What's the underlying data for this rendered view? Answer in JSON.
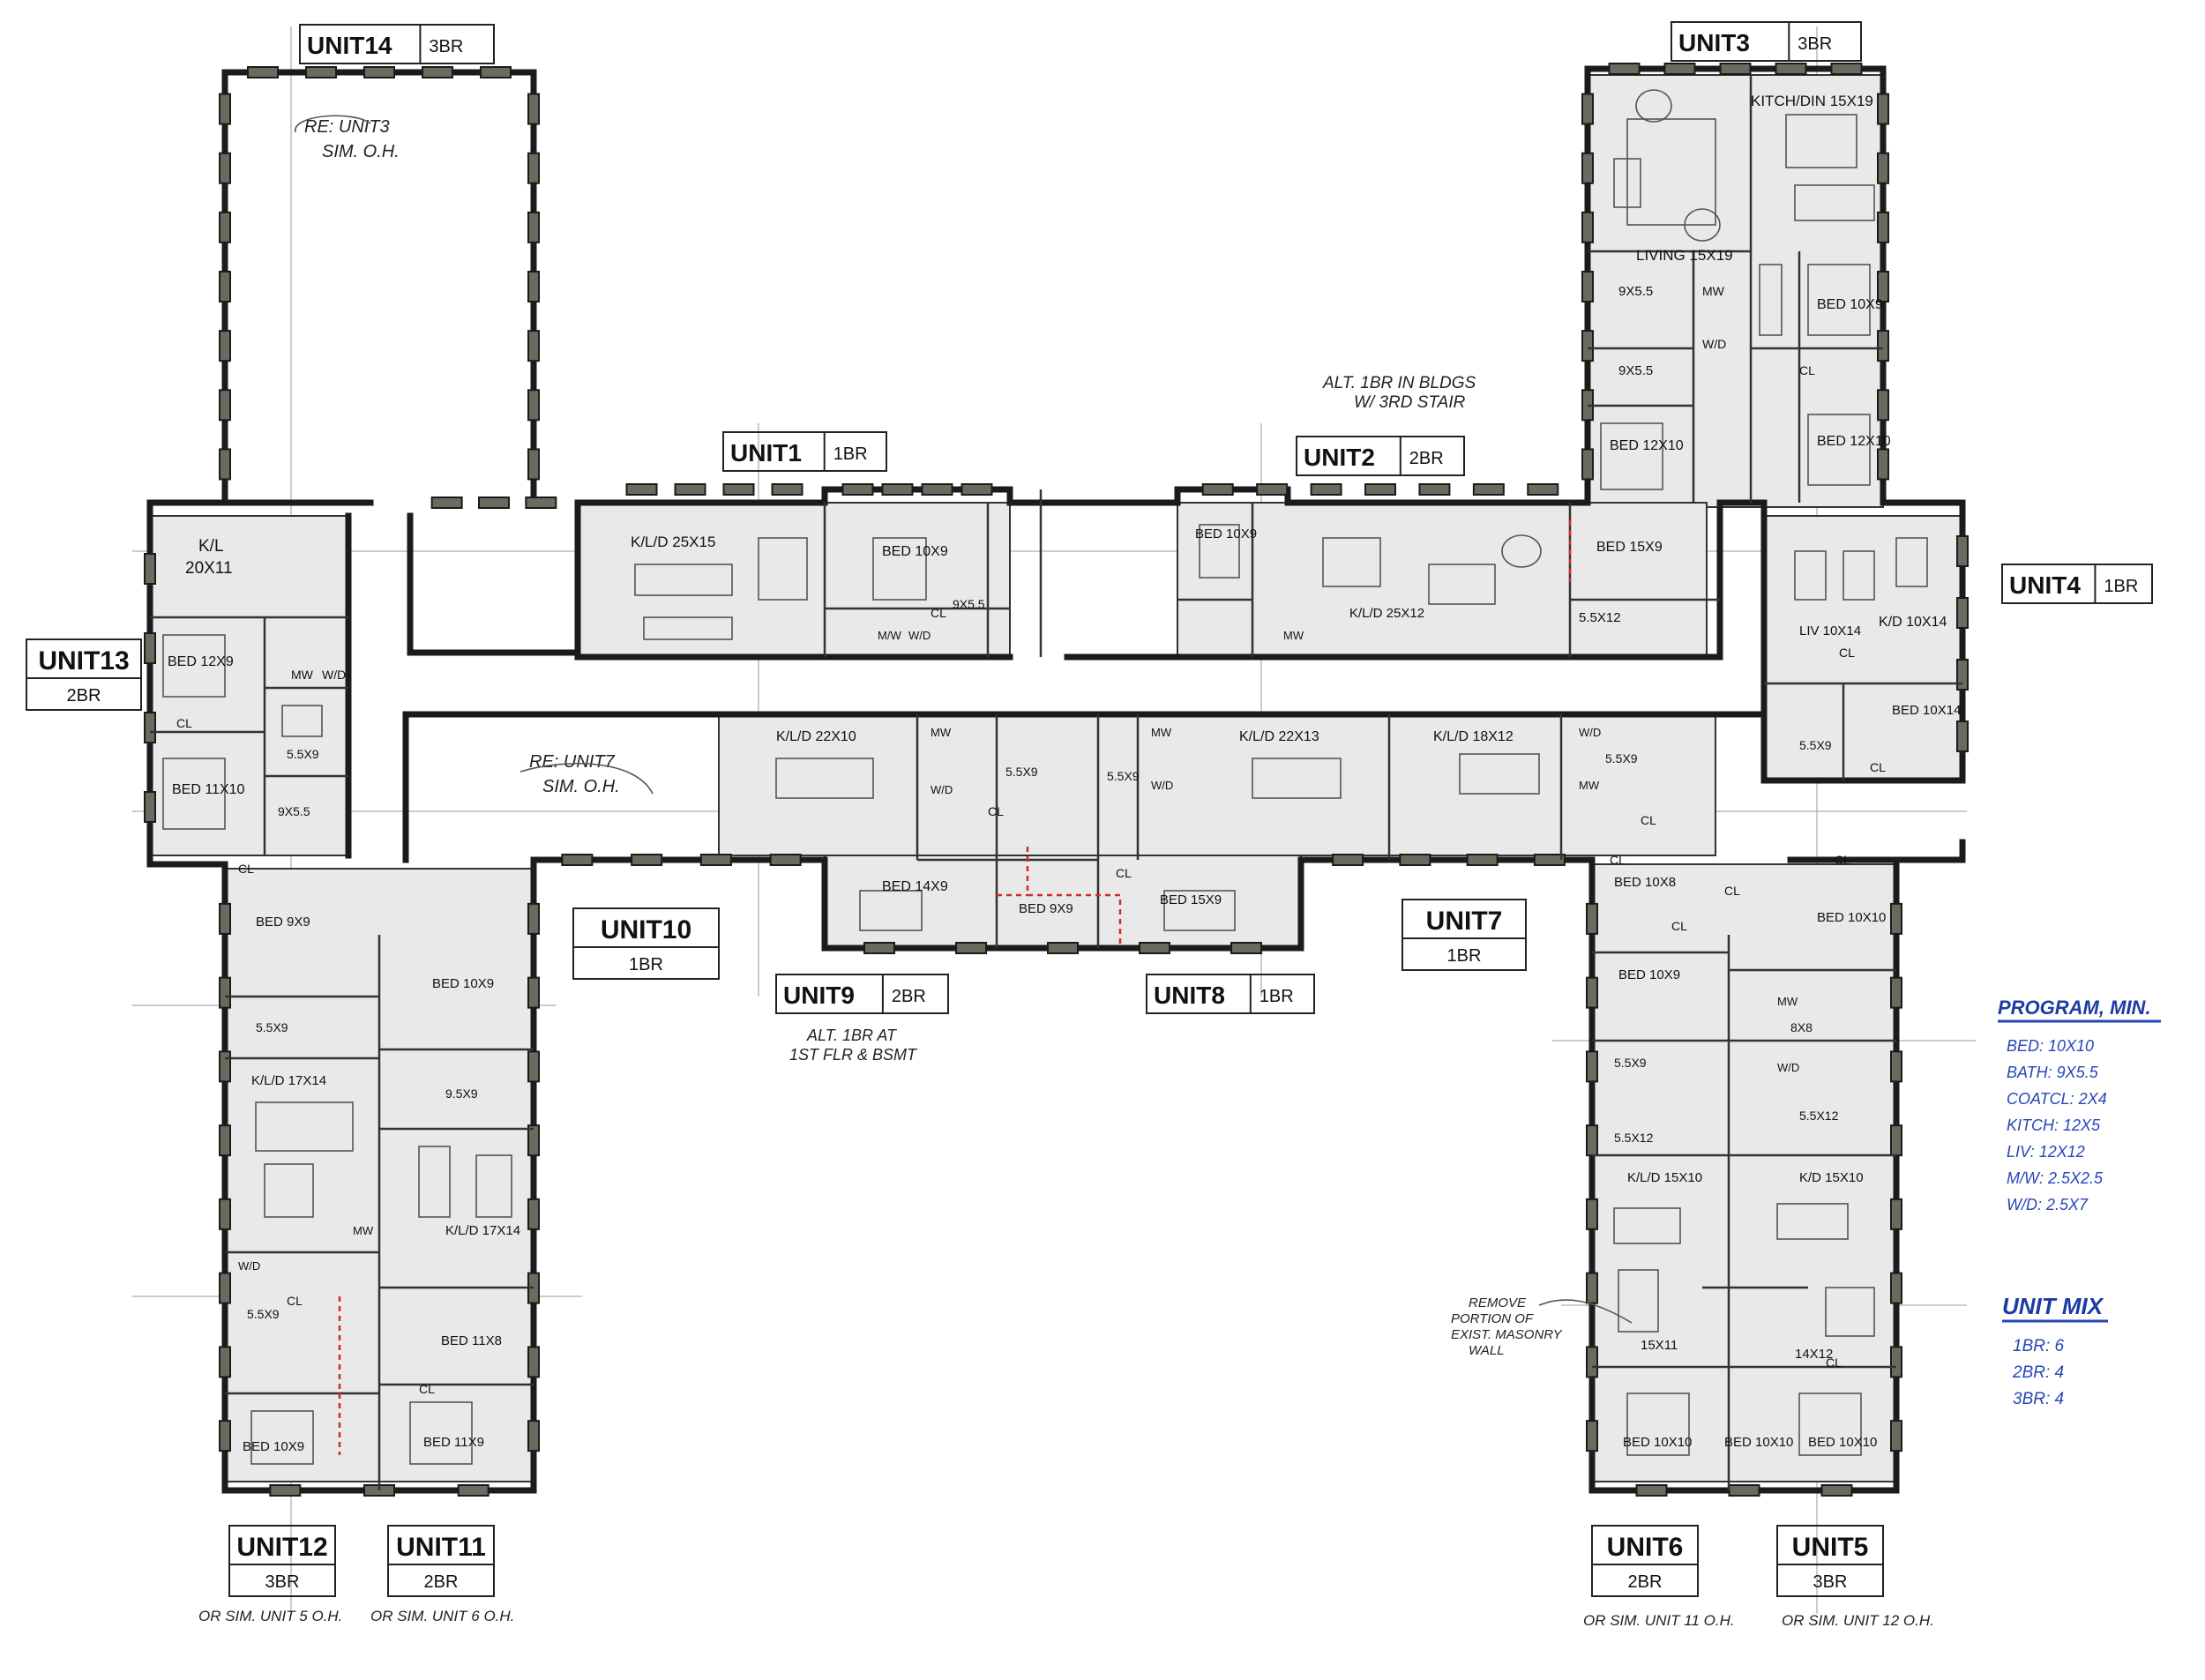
{
  "units": [
    {
      "id": "unit-14",
      "name": "UNIT14",
      "type": "3BR"
    },
    {
      "id": "unit-3",
      "name": "UNIT3",
      "type": "3BR"
    },
    {
      "id": "unit-1",
      "name": "UNIT1",
      "type": "1BR"
    },
    {
      "id": "unit-2",
      "name": "UNIT2",
      "type": "2BR"
    },
    {
      "id": "unit-4",
      "name": "UNIT4",
      "type": "1BR"
    },
    {
      "id": "unit-13",
      "name": "UNIT13",
      "type": "2BR"
    },
    {
      "id": "unit-10",
      "name": "UNIT10",
      "type": "1BR"
    },
    {
      "id": "unit-7",
      "name": "UNIT7",
      "type": "1BR"
    },
    {
      "id": "unit-9",
      "name": "UNIT9",
      "type": "2BR"
    },
    {
      "id": "unit-8",
      "name": "UNIT8",
      "type": "1BR"
    },
    {
      "id": "unit-12",
      "name": "UNIT12",
      "type": "3BR"
    },
    {
      "id": "unit-11",
      "name": "UNIT11",
      "type": "2BR"
    },
    {
      "id": "unit-6",
      "name": "UNIT6",
      "type": "2BR"
    },
    {
      "id": "unit-5",
      "name": "UNIT5",
      "type": "3BR"
    }
  ],
  "notes": {
    "unit14_re": "RE: UNIT3",
    "unit14_sim": "SIM. O.H.",
    "corridor_re": "RE: UNIT7",
    "corridor_sim": "SIM. O.H.",
    "alt_1br_line1": "ALT. 1BR IN BLDGS",
    "alt_1br_line2": "W/ 3RD STAIR",
    "alt_unit9_line1": "ALT. 1BR AT",
    "alt_unit9_line2": "1ST FLR & BSMT",
    "remove_line1": "REMOVE",
    "remove_line2": "PORTION OF",
    "remove_line3": "EXIST. MASONRY",
    "remove_line4": "WALL",
    "unit12_or": "OR SIM. UNIT 5 O.H.",
    "unit11_or": "OR SIM. UNIT 6 O.H.",
    "unit6_or": "OR SIM. UNIT 11 O.H.",
    "unit5_or": "OR SIM. UNIT 12 O.H."
  },
  "rooms": {
    "u3_kitch": "KITCH/DIN 15X19",
    "u3_living": "LIVING 15X19",
    "u3_bath1": "9X5.5",
    "u3_bath2": "9X5.5",
    "u3_bed1": "BED 10X9",
    "u3_bed2": "BED 12X10",
    "u3_bed3": "BED 12X10",
    "u3_mw": "MW",
    "u3_wd": "W/D",
    "u13_kl": "K/L",
    "u13_kl_dim": "20X11",
    "u13_bed1": "BED 12X9",
    "u13_bed2": "BED 11X10",
    "u13_bath1": "5.5X9",
    "u13_bath2": "9X5.5",
    "u13_mw": "MW",
    "u13_wd": "W/D",
    "u1_kld": "K/L/D 25X15",
    "u1_bed": "BED 10X9",
    "u1_bath": "9X5.5",
    "u1_mw": "M/W",
    "u1_wd": "W/D",
    "u2_bed1": "BED 10X9",
    "u2_kld": "K/L/D 25X12",
    "u2_bed2": "BED 15X9",
    "u2_bath": "5.5X12",
    "u2_mw": "MW",
    "u4_kld": "K/D 10X14",
    "u4_liv": "LIV 10X14",
    "u4_bed": "BED 10X14",
    "u4_bath": "5.5X9",
    "u9_kld": "K/L/D 22X10",
    "u9_bed1": "BED 14X9",
    "u9_bed2": "BED 9X9",
    "u9_bath": "5.5X9",
    "u9_mw": "MW",
    "u9_wd": "W/D",
    "u8_kld": "K/L/D 22X13",
    "u8_bed": "BED 15X9",
    "u8_bath": "5.5X9",
    "u8_mw": "MW",
    "u8_wd": "W/D",
    "u7_kld": "K/L/D 18X12",
    "u7_bath": "5.5X9",
    "u7_bed": "BED 10X8",
    "u7_mw": "MW",
    "u7_wd": "W/D",
    "u12_bed1": "BED 9X9",
    "u12_bath1": "5.5X9",
    "u12_kld": "K/L/D 17X14",
    "u12_bath2": "5.5X9",
    "u12_bed2": "BED 10X9",
    "u12_mw": "MW",
    "u12_wd": "W/D",
    "u11_bed1": "BED 10X9",
    "u11_bath1": "9.5X9",
    "u11_kld": "K/L/D 17X14",
    "u11_bed2": "BED 11X8",
    "u11_bed3": "BED 11X9",
    "u6_bed1": "BED 10X9",
    "u6_bath1": "5.5X9",
    "u6_bath2": "5.5X12",
    "u6_kld": "K/L/D 15X10",
    "u6_liv": "15X11",
    "u6_bed2": "BED 10X10",
    "u6_bed3": "BED 10X10",
    "u5_bed1": "BED 10X10",
    "u5_bath1": "8X8",
    "u5_bath2": "5.5X12",
    "u5_kld": "K/D 15X10",
    "u5_liv": "14X12",
    "u5_bed2": "BED 10X10",
    "u5_mw": "MW",
    "u5_wd": "W/D",
    "closet": "CL"
  },
  "program": {
    "title": "PROGRAM, MIN.",
    "items": [
      "BED: 10X10",
      "BATH: 9X5.5",
      "COATCL: 2X4",
      "KITCH: 12X5",
      "LIV: 12X12",
      "M/W: 2.5X2.5",
      "W/D: 2.5X7"
    ]
  },
  "unit_mix": {
    "title": "UNIT MIX",
    "items": [
      "1BR: 6",
      "2BR: 4",
      "3BR: 4"
    ]
  },
  "colors": {
    "ink": "#1b1b1b",
    "pier": "#6a6a5e",
    "room_fill": "#e9e9e9",
    "blue_ink": "#2646b8",
    "red_mark": "#d12a2a"
  }
}
